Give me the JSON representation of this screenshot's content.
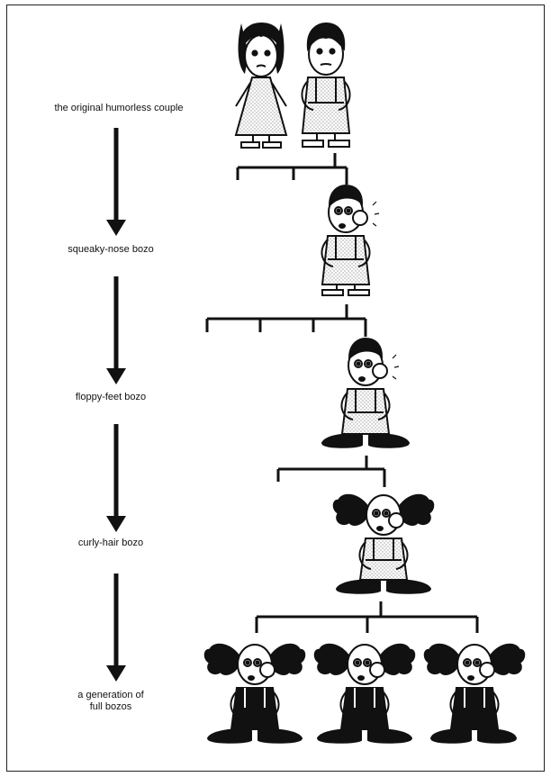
{
  "stages": [
    {
      "label": "the original humorless couple"
    },
    {
      "label": "squeaky-nose bozo"
    },
    {
      "label": "floppy-feet bozo"
    },
    {
      "label": "curly-hair bozo"
    },
    {
      "label": "a generation of\nfull bozos"
    }
  ],
  "colors": {
    "ink": "#111111",
    "dress_dots": "#9a9a9a",
    "background": "#ffffff"
  },
  "figures": [
    {
      "name": "original-girl",
      "traits": []
    },
    {
      "name": "original-boy",
      "traits": []
    },
    {
      "name": "squeaky-nose-bozo",
      "traits": [
        "squeaky-nose"
      ]
    },
    {
      "name": "floppy-feet-bozo",
      "traits": [
        "squeaky-nose",
        "floppy-feet"
      ]
    },
    {
      "name": "curly-hair-bozo",
      "traits": [
        "squeaky-nose",
        "floppy-feet",
        "curly-hair"
      ]
    },
    {
      "name": "full-bozo-1",
      "traits": [
        "squeaky-nose",
        "floppy-feet",
        "curly-hair",
        "dark-suit"
      ]
    },
    {
      "name": "full-bozo-2",
      "traits": [
        "squeaky-nose",
        "floppy-feet",
        "curly-hair",
        "dark-suit"
      ]
    },
    {
      "name": "full-bozo-3",
      "traits": [
        "squeaky-nose",
        "floppy-feet",
        "curly-hair",
        "dark-suit"
      ]
    }
  ]
}
